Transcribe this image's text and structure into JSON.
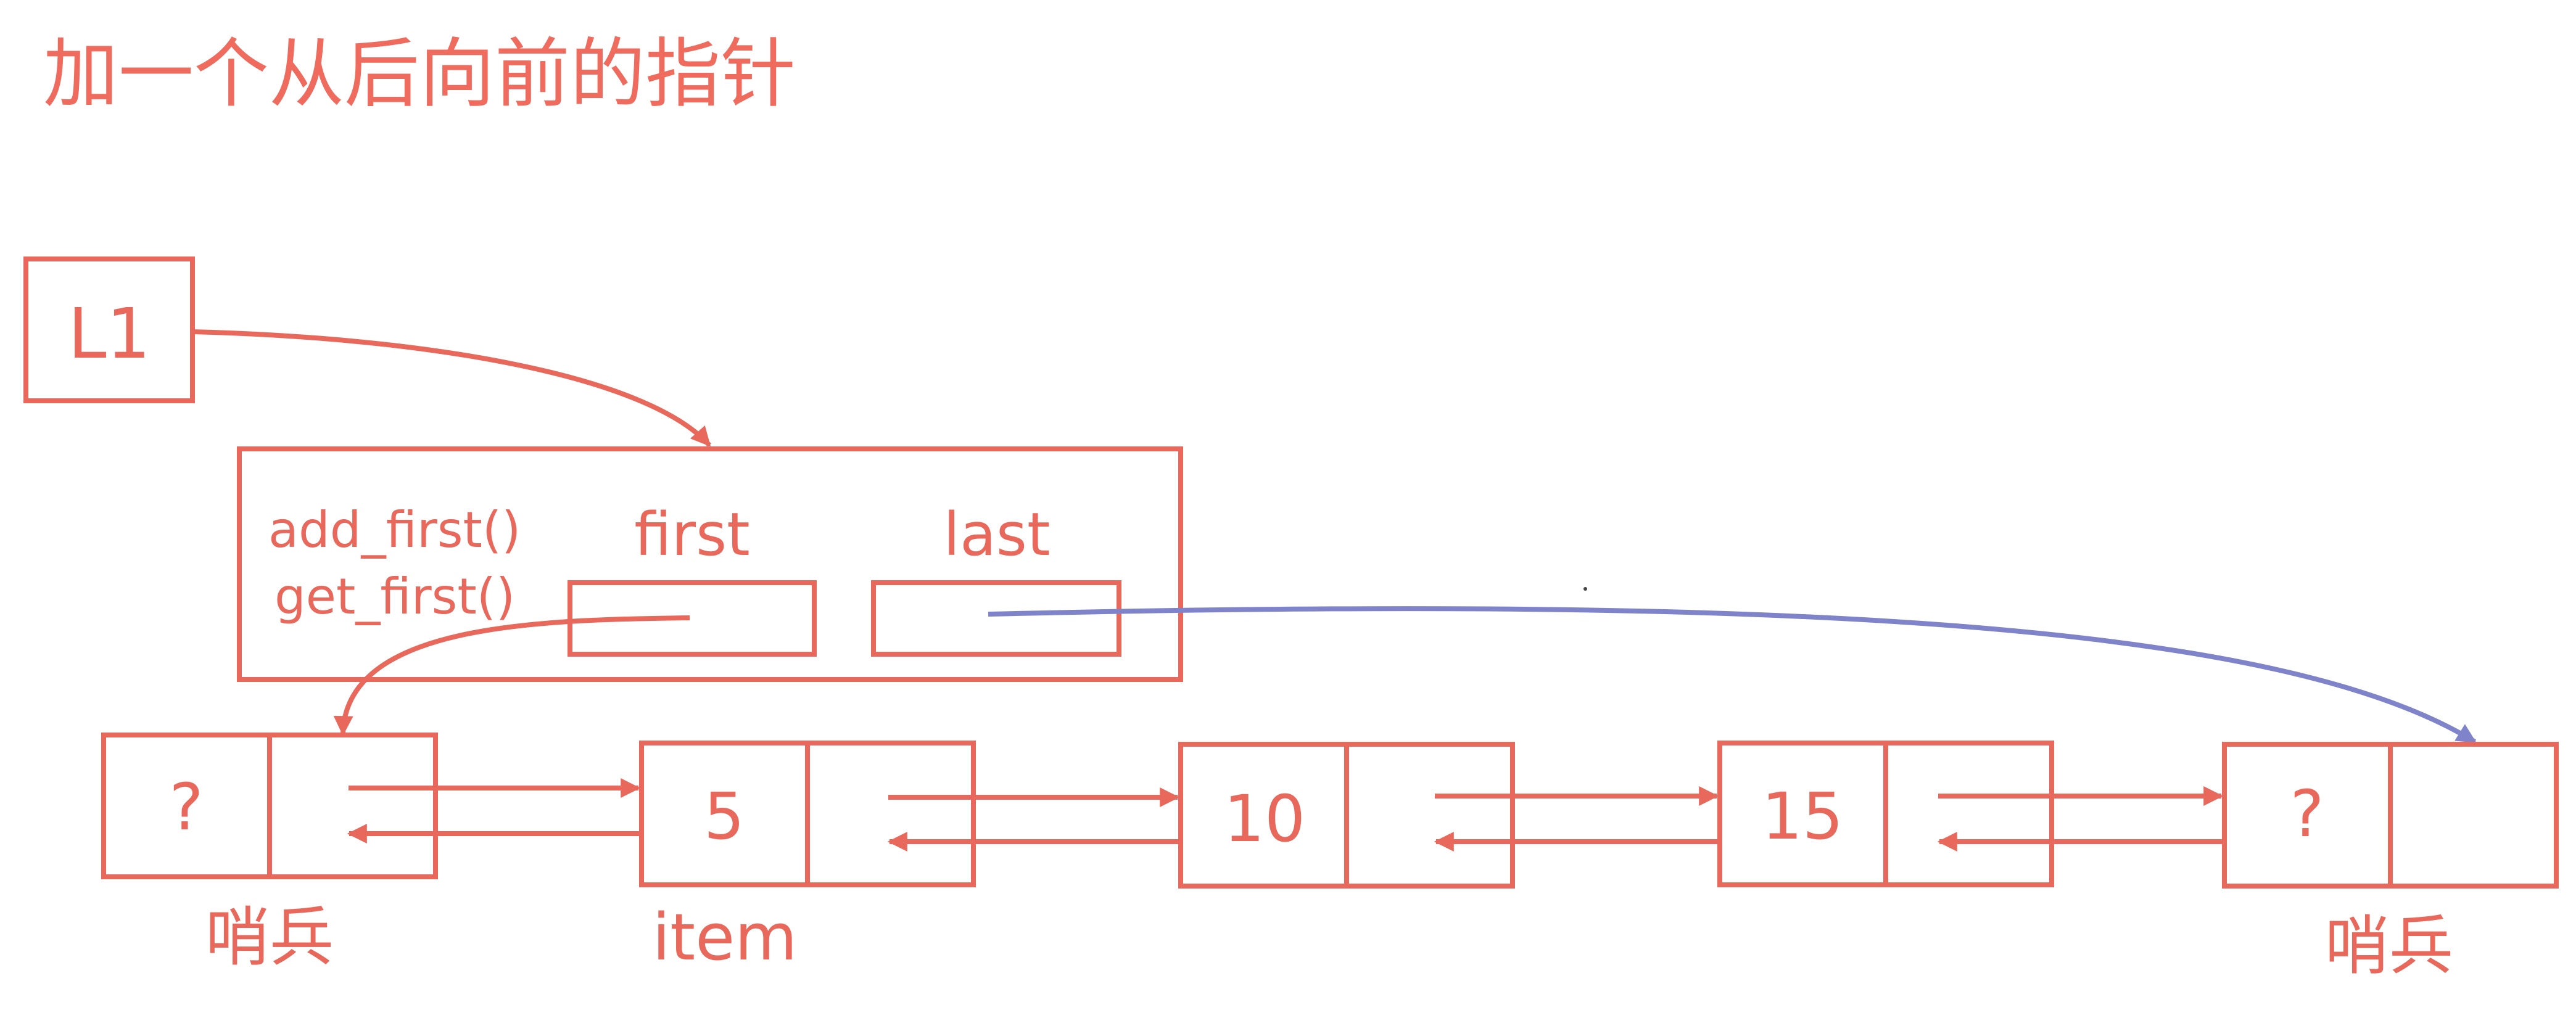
{
  "title": "加一个从后向前的指针",
  "list_ref": {
    "label": "L1"
  },
  "list_object": {
    "methods": [
      "add_first()",
      "get_first()"
    ],
    "first_label": "first",
    "last_label": "last"
  },
  "nodes": [
    {
      "value": "?",
      "caption": "哨兵"
    },
    {
      "value": "5",
      "caption": "item"
    },
    {
      "value": "10",
      "caption": ""
    },
    {
      "value": "15",
      "caption": ""
    },
    {
      "value": "?",
      "caption": "哨兵"
    }
  ],
  "colors": {
    "title": "#ee6b5e",
    "stroke": "#e8695c",
    "text": "#e8695c",
    "back_pointer": "#7f83c9",
    "background": "#ffffff"
  }
}
